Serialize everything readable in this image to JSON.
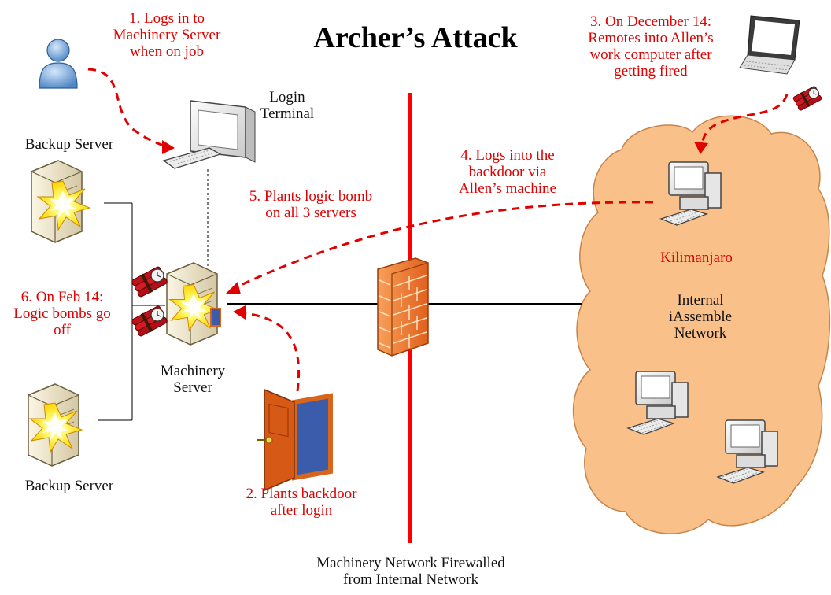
{
  "title": "Archer’s Attack",
  "colors": {
    "annotation": "#e00000",
    "cloud": "#f9c08a",
    "firewall": "#f07a2a",
    "network_line": "#000000",
    "firewall_line": "#ff0000"
  },
  "icons": {
    "user": "person-icon",
    "laptop": "laptop-icon",
    "server": "server-icon",
    "explosion": "explosion-icon",
    "bomb": "dynamite-bomb-icon",
    "firewall": "brick-firewall-icon",
    "door": "door-icon",
    "terminal": "computer-terminal-icon"
  },
  "nodes": {
    "login_terminal": [
      "Login",
      "Terminal"
    ],
    "backup_server_top": "Backup Server",
    "backup_server_bottom": "Backup Server",
    "machinery_server": [
      "Machinery",
      "Server"
    ],
    "kilimanjaro": "Kilimanjaro",
    "internal_network": [
      "Internal",
      "iAssemble",
      "Network"
    ],
    "firewall_caption": [
      "Machinery Network Firewalled",
      "from Internal Network"
    ]
  },
  "steps": [
    {
      "number": 1,
      "lines": [
        "1. Logs in to",
        "Machinery Server",
        "when on job"
      ]
    },
    {
      "number": 2,
      "lines": [
        "2. Plants backdoor",
        "after login"
      ]
    },
    {
      "number": 3,
      "lines": [
        "3. On December 14:",
        "Remotes into Allen’s",
        "work computer after",
        "getting fired"
      ]
    },
    {
      "number": 4,
      "lines": [
        "4. Logs into the",
        "backdoor via",
        "Allen’s machine"
      ]
    },
    {
      "number": 5,
      "lines": [
        "5. Plants logic bomb",
        "on all 3 servers"
      ]
    },
    {
      "number": 6,
      "lines": [
        "6. On Feb 14:",
        "Logic bombs go",
        "off"
      ]
    }
  ]
}
